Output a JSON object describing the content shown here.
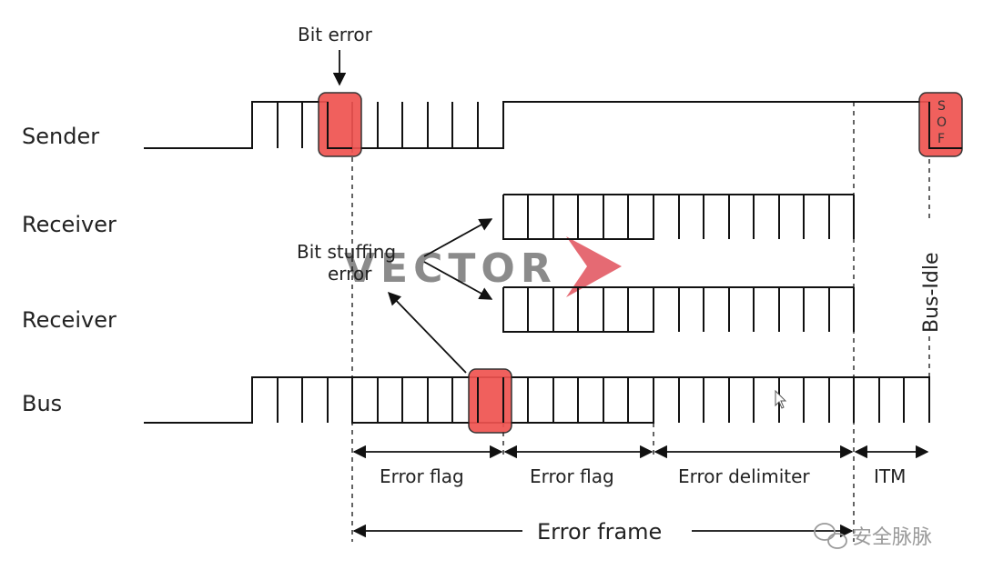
{
  "labels": {
    "sender": "Sender",
    "receiver1": "Receiver",
    "receiver2": "Receiver",
    "bus": "Bus"
  },
  "annotations": {
    "bit_error": "Bit error",
    "bit_stuffing_line1": "Bit stuffing",
    "bit_stuffing_line2": "error",
    "bus_idle": "Bus-Idle",
    "sof_letters": [
      "S",
      "O",
      "F"
    ]
  },
  "segments": {
    "error_flag_1": "Error flag",
    "error_flag_2": "Error flag",
    "error_delimiter": "Error delimiter",
    "itm": "ITM",
    "error_frame": "Error frame"
  },
  "watermark": {
    "text": "VECTOR",
    "color": "#e0505a"
  },
  "credit": {
    "text": "安全脉脉"
  },
  "colors": {
    "highlight": "#ef5350",
    "line": "#111111"
  }
}
